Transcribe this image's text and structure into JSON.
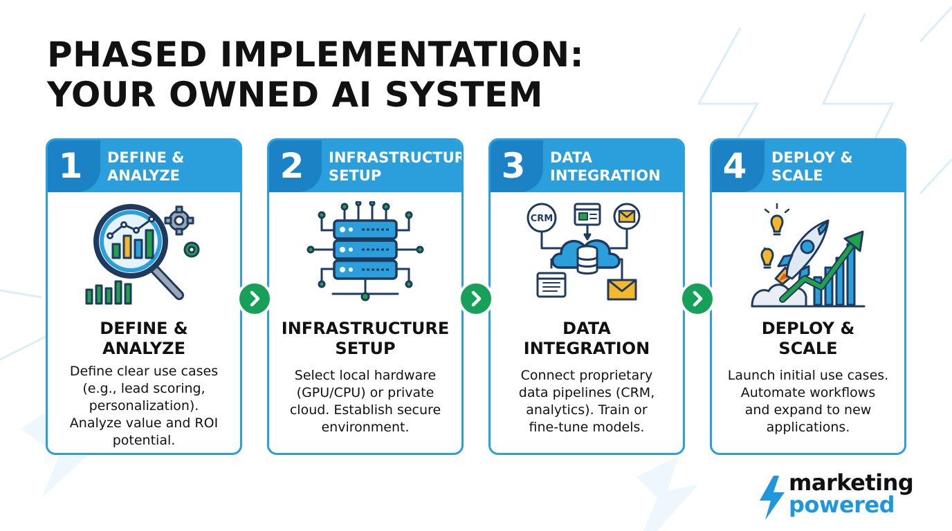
{
  "title": {
    "line1": "PHASED IMPLEMENTATION:",
    "line2": "YOUR OWNED AI SYSTEM"
  },
  "colors": {
    "header_blue": "#2a9fdc",
    "number_tab_blue": "#1b82c6",
    "card_border": "#29a0dc",
    "arrow_green": "#16a05a",
    "icon_navy": "#1e3a5f",
    "icon_green": "#23a04c",
    "icon_yellow": "#f4b82a"
  },
  "steps": [
    {
      "number": "1",
      "header_lines": [
        "DEFINE &",
        "ANALYZE"
      ],
      "title_lines": [
        "DEFINE &",
        "ANALYZE"
      ],
      "description_lines": [
        "Define clear use cases",
        "(e.g., lead scoring,",
        "personalization).",
        "Analyze value and ROI",
        "potential."
      ],
      "icon": "magnifier-chart-gears-icon"
    },
    {
      "number": "2",
      "header_lines": [
        "INFRASTRUCTURE",
        "SETUP"
      ],
      "title_lines": [
        "INFRASTRUCTURE",
        "SETUP"
      ],
      "description_lines": [
        "Select local hardware",
        "(GPU/CPU) or private",
        "cloud. Establish secure",
        "environment."
      ],
      "icon": "server-rack-icon"
    },
    {
      "number": "3",
      "header_lines": [
        "DATA",
        "INTEGRATION"
      ],
      "title_lines": [
        "DATA",
        "INTEGRATION"
      ],
      "description_lines": [
        "Connect proprietary",
        "data pipelines (CRM,",
        "analytics). Train or",
        "fine-tune models."
      ],
      "icon": "cloud-database-integration-icon",
      "icon_label": "CRM"
    },
    {
      "number": "4",
      "header_lines": [
        "DEPLOY &",
        "SCALE"
      ],
      "title_lines": [
        "DEPLOY &",
        "SCALE"
      ],
      "description_lines": [
        "Launch initial use cases.",
        "Automate workflows",
        "and expand to new",
        "applications."
      ],
      "icon": "rocket-growth-chart-icon"
    }
  ],
  "arrows": [
    "chevron-right-icon",
    "chevron-right-icon",
    "chevron-right-icon"
  ],
  "logo": {
    "line1": "marketing",
    "line2": "powered",
    "icon": "lightning-bolt-icon"
  }
}
